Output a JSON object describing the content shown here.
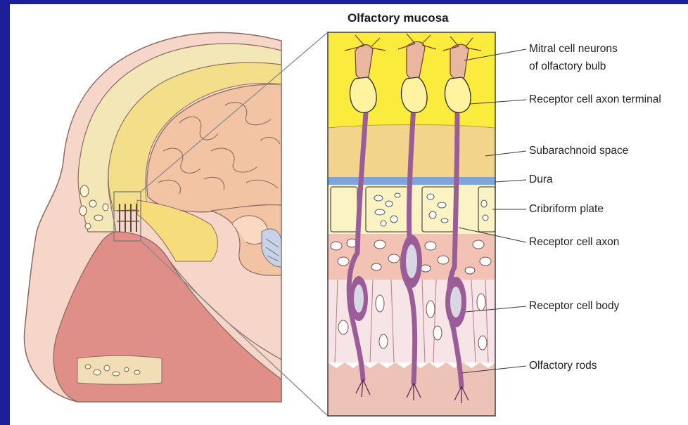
{
  "diagram": {
    "title": "Olfactory mucosa",
    "labels": {
      "mitral_line1": "Mitral cell neurons",
      "mitral_line2": "of olfactory bulb",
      "receptor_axon_terminal": "Receptor cell axon terminal",
      "subarachnoid": "Subarachnoid space",
      "dura": "Dura",
      "cribriform": "Cribriform plate",
      "receptor_axon": "Receptor cell axon",
      "receptor_body": "Receptor cell body",
      "olfactory_rods": "Olfactory rods"
    },
    "colors": {
      "background_border": "#1b1f9a",
      "bulb_yellow": "#fbeb3c",
      "subarachnoid": "#f2d48a",
      "dura": "#7ea4dd",
      "cribriform": "#fbf3c4",
      "epithelium_upper": "#f2c2b5",
      "epithelium_lower": "#f7e4e6",
      "lamina_propria": "#eec3b7",
      "neuron_purple": "#9b5d97",
      "brain": "#f3c4a4",
      "nasal_cavity": "#df8e88"
    }
  }
}
